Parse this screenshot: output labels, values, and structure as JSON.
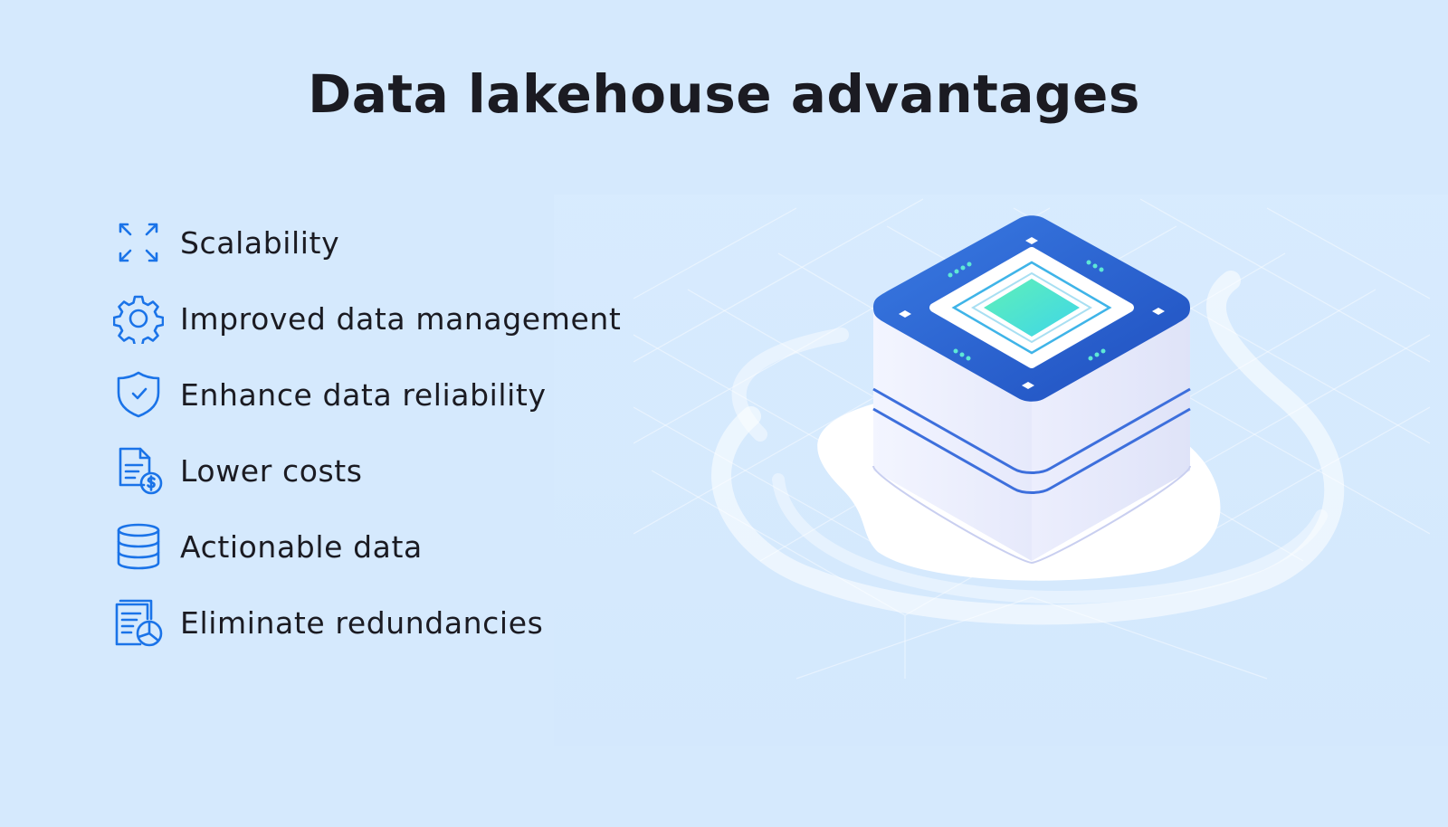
{
  "title": "Data lakehouse advantages",
  "advantages": [
    {
      "label": "Scalability",
      "icon": "expand-arrows-icon"
    },
    {
      "label": "Improved data management",
      "icon": "gear-icon"
    },
    {
      "label": "Enhance data reliability",
      "icon": "shield-check-icon"
    },
    {
      "label": "Lower costs",
      "icon": "document-dollar-icon"
    },
    {
      "label": "Actionable data",
      "icon": "database-icon"
    },
    {
      "label": "Eliminate redundancies",
      "icon": "report-pie-chart-icon"
    }
  ],
  "colors": {
    "background": "#d5e9fd",
    "icon_stroke": "#1a73e8",
    "text": "#1b1b22",
    "server_top": "#2a5fd1",
    "chip": "#4fe0c4"
  }
}
